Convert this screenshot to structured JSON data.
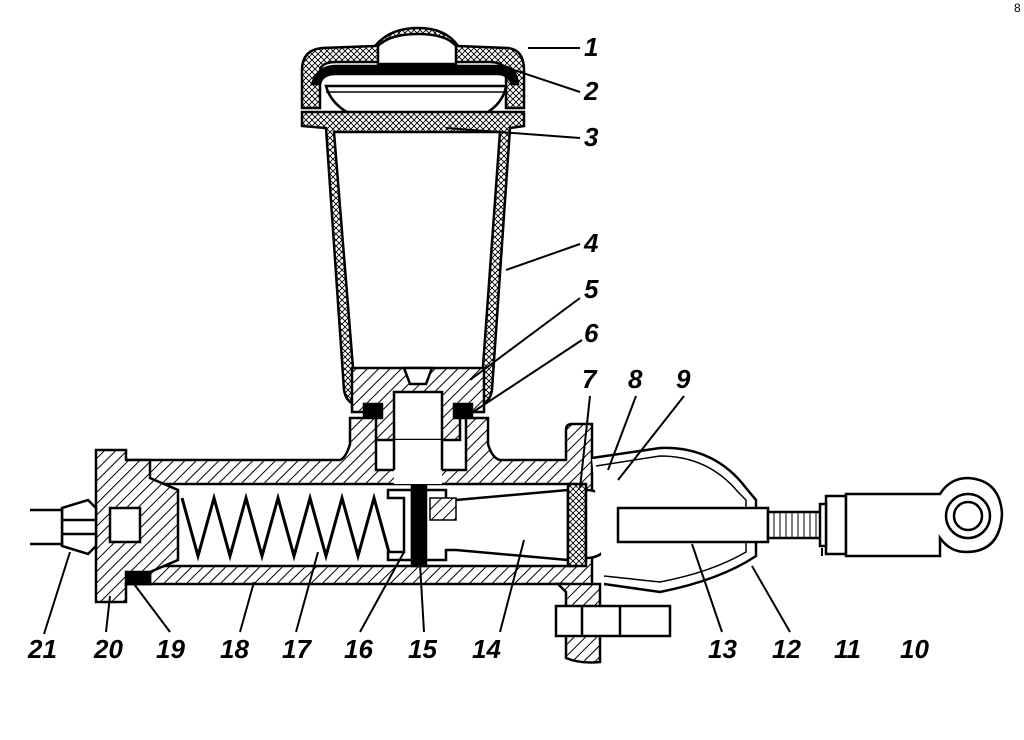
{
  "diagram": {
    "page_mark": "8",
    "callouts": [
      {
        "id": "c1",
        "text": "1"
      },
      {
        "id": "c2",
        "text": "2"
      },
      {
        "id": "c3",
        "text": "3"
      },
      {
        "id": "c4",
        "text": "4"
      },
      {
        "id": "c5",
        "text": "5"
      },
      {
        "id": "c6",
        "text": "6"
      },
      {
        "id": "c7",
        "text": "7"
      },
      {
        "id": "c8",
        "text": "8"
      },
      {
        "id": "c9",
        "text": "9"
      },
      {
        "id": "c10",
        "text": "10"
      },
      {
        "id": "c11",
        "text": "11"
      },
      {
        "id": "c12",
        "text": "12"
      },
      {
        "id": "c13",
        "text": "13"
      },
      {
        "id": "c14",
        "text": "14"
      },
      {
        "id": "c15",
        "text": "15"
      },
      {
        "id": "c16",
        "text": "16"
      },
      {
        "id": "c17",
        "text": "17"
      },
      {
        "id": "c18",
        "text": "18"
      },
      {
        "id": "c19",
        "text": "19"
      },
      {
        "id": "c20",
        "text": "20"
      },
      {
        "id": "c21",
        "text": "21"
      }
    ]
  }
}
